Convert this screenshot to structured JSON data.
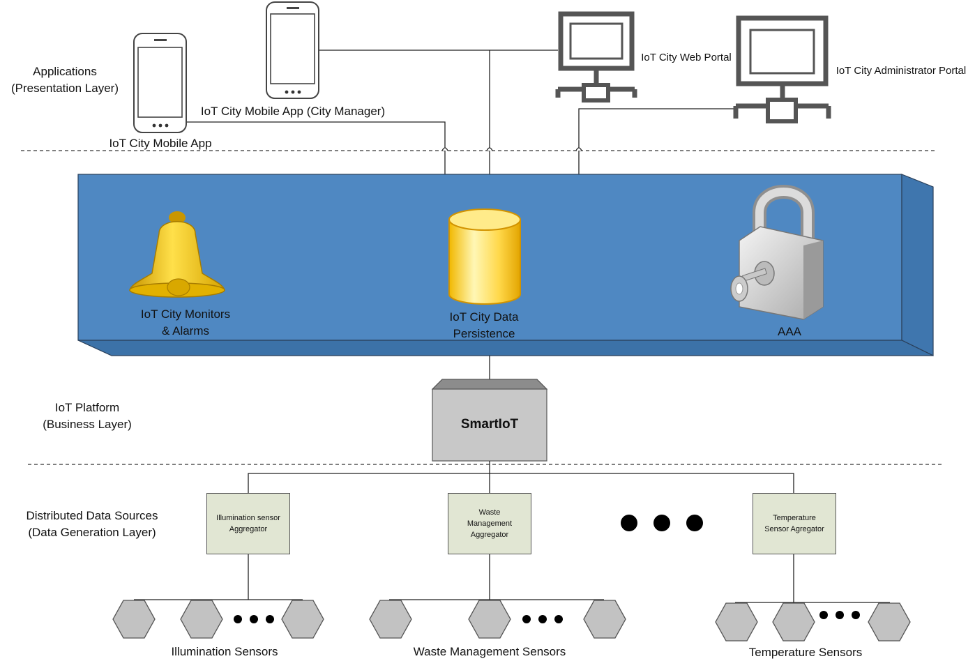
{
  "layers": {
    "presentation": [
      "Applications",
      "(Presentation Layer)"
    ],
    "business": [
      "IoT Platform",
      "(Business Layer)"
    ],
    "data_generation": [
      "Distributed Data Sources",
      "(Data Generation Layer)"
    ]
  },
  "apps": {
    "mobile_app": "IoT City Mobile App",
    "mobile_manager": "IoT City Mobile App (City Manager)",
    "web_portal": "IoT City Web Portal",
    "admin_portal": "IoT City Administrator Portal"
  },
  "platform": {
    "monitors": [
      "IoT City Monitors",
      "& Alarms"
    ],
    "persistence": [
      "IoT City Data",
      "Persistence"
    ],
    "aaa": "AAA",
    "core": "SmartIoT",
    "box_color": "#4f88c2"
  },
  "aggregators": {
    "illumination": [
      "Illumination sensor",
      "Aggregator"
    ],
    "waste": [
      "Waste",
      "Management",
      "Aggregator"
    ],
    "temperature": [
      "Temperature",
      "Sensor Agregator"
    ]
  },
  "sensors": {
    "illumination": "Illumination Sensors",
    "waste": "Waste Management Sensors",
    "temperature": "Temperature Sensors"
  }
}
